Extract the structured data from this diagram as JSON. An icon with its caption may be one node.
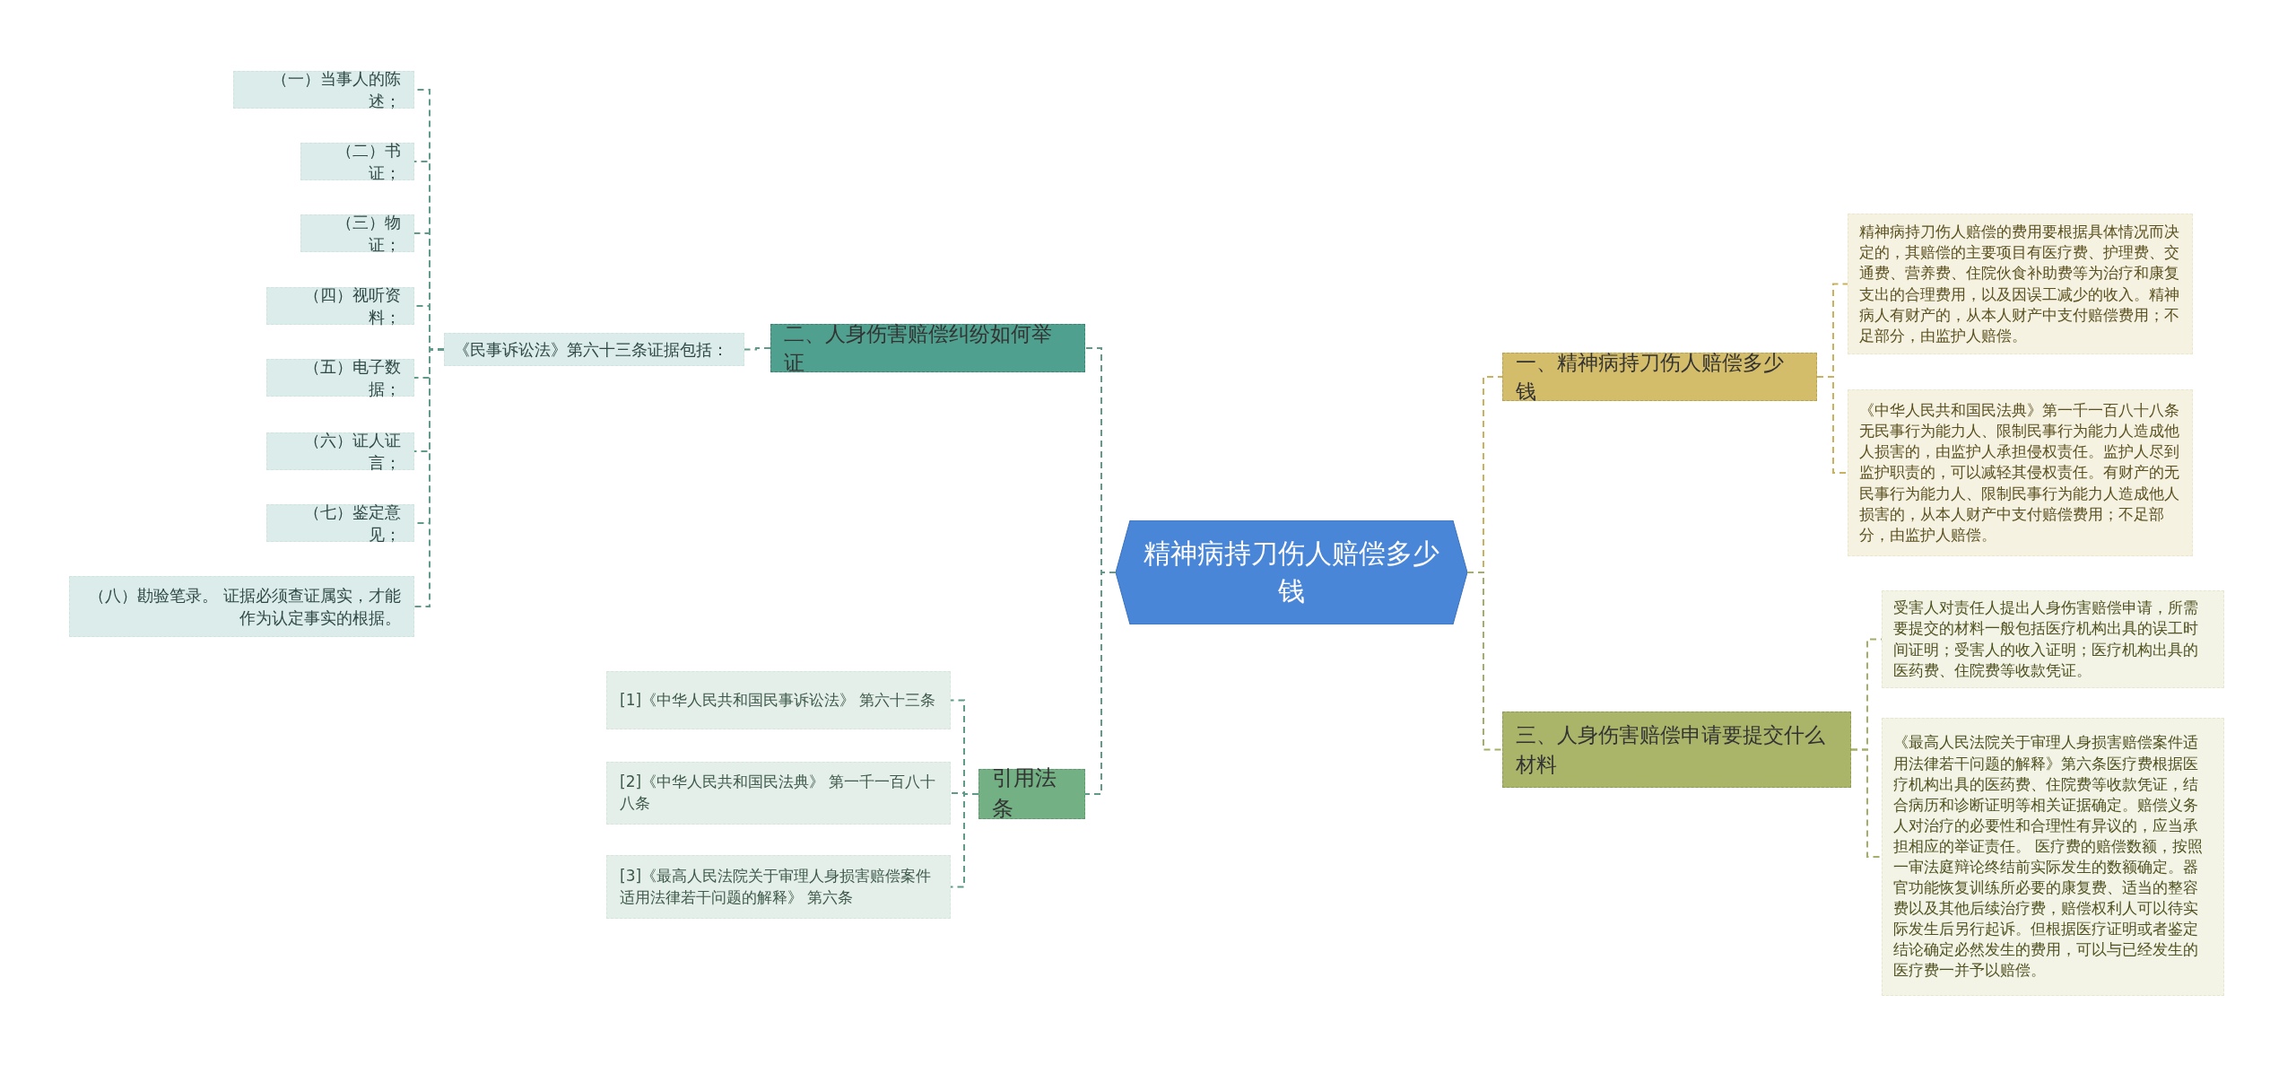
{
  "diagram": {
    "nodes": [
      {
        "text": [
          "精神病持刀伤人赔偿多少钱"
        ]
      },
      {
        "text": [
          "一、精神病持刀伤人赔偿多少钱"
        ]
      },
      {
        "text": [
          "精神病持刀伤人赔偿的费用要根据具体情况而决定的，其赔偿的主要项目有医疗费、护理费、交通费、营养费、住院伙食补助费等为治疗和康复支出的合理费用，以及因误工减少的收入。精神病人有财产的，从本人财产中支付赔偿费用；不足部分，由监护人赔偿。"
        ]
      },
      {
        "text": [
          "《中华人民共和国民法典》第一千一百八十八条无民事行为能力人、限制民事行为能力人造成他人损害的，由监护人承担侵权责任。监护人尽到监护职责的，可以减轻其侵权责任。有财产的无民事行为能力人、限制民事行为能力人造成他人损害的，从本人财产中支付赔偿费用；不足部分，由监护人赔偿。"
        ]
      },
      {
        "text": [
          "三、人身伤害赔偿申请要提交什么材料"
        ]
      },
      {
        "text": [
          "受害人对责任人提出人身伤害赔偿申请，所需要提交的材料一般包括医疗机构出具的误工时间证明；受害人的收入证明；医疗机构出具的医药费、住院费等收款凭证。"
        ]
      },
      {
        "text": [
          "《最高人民法院关于审理人身损害赔偿案件适用法律若干问题的解释》第六条医疗费根据医疗机构出具的医药费、住院费等收款凭证，结合病历和诊断证明等相关证据确定。赔偿义务人对治疗的必要性和合理性有异议的，应当承担相应的举证责任。 医疗费的赔偿数额，按照一审法庭辩论终结前实际发生的数额确定。器官功能恢复训练所必要的康复费、适当的整容费以及其他后续治疗费，赔偿权利人可以待实际发生后另行起诉。但根据医疗证明或者鉴定结论确定必然发生的费用，可以与已经发生的医疗费一并予以赔偿。"
        ]
      },
      {
        "text": [
          "二、人身伤害赔偿纠纷如何举证"
        ]
      },
      {
        "text": [
          "《民事诉讼法》第六十三条证据包括："
        ]
      },
      {
        "text": [
          "（一）当事人的陈述；"
        ]
      },
      {
        "text": [
          "（二）书证；"
        ]
      },
      {
        "text": [
          "（三）物证；"
        ]
      },
      {
        "text": [
          "（四）视听资料；"
        ]
      },
      {
        "text": [
          "（五）电子数据；"
        ]
      },
      {
        "text": [
          "（六）证人证言；"
        ]
      },
      {
        "text": [
          "（七）鉴定意见；"
        ]
      },
      {
        "text": [
          "（八）勘验笔录。 证据必须查证属实，才能作为认定事实的根据。"
        ]
      },
      {
        "text": [
          "引用法条"
        ]
      },
      {
        "text": [
          "[1]《中华人民共和国民事诉讼法》 第六十三条"
        ]
      },
      {
        "text": [
          "[2]《中华人民共和国民法典》 第一千一百八十八条"
        ]
      },
      {
        "text": [
          "[3]《最高人民法院关于审理人身损害赔偿案件适用法律若干问题的解释》 第六条"
        ]
      }
    ],
    "edges": [
      {
        "from": 0,
        "to": 1,
        "arrow": "none",
        "style": "dashed",
        "color": "#c8b25e"
      },
      {
        "from": 1,
        "to": 2,
        "arrow": "none",
        "style": "dashed",
        "color": "#c8b25e"
      },
      {
        "from": 1,
        "to": 3,
        "arrow": "none",
        "style": "dashed",
        "color": "#c8b25e"
      },
      {
        "from": 0,
        "to": 4,
        "arrow": "none",
        "style": "dashed",
        "color": "#a3ae68"
      },
      {
        "from": 4,
        "to": 5,
        "arrow": "none",
        "style": "dashed",
        "color": "#a3ae68"
      },
      {
        "from": 4,
        "to": 6,
        "arrow": "none",
        "style": "dashed",
        "color": "#a3ae68"
      },
      {
        "from": 0,
        "to": 7,
        "arrow": "none",
        "style": "dashed"
      },
      {
        "from": 7,
        "to": 8,
        "arrow": "none",
        "style": "dashed"
      },
      {
        "from": 8,
        "to": 9,
        "arrow": "none",
        "style": "dashed"
      },
      {
        "from": 8,
        "to": 10,
        "arrow": "none",
        "style": "dashed"
      },
      {
        "from": 8,
        "to": 11,
        "arrow": "none",
        "style": "dashed"
      },
      {
        "from": 8,
        "to": 12,
        "arrow": "none",
        "style": "dashed"
      },
      {
        "from": 8,
        "to": 13,
        "arrow": "none",
        "style": "dashed"
      },
      {
        "from": 8,
        "to": 14,
        "arrow": "none",
        "style": "dashed"
      },
      {
        "from": 8,
        "to": 15,
        "arrow": "none",
        "style": "dashed"
      },
      {
        "from": 8,
        "to": 16,
        "arrow": "none",
        "style": "dashed"
      },
      {
        "from": 0,
        "to": 17,
        "arrow": "none",
        "style": "dashed"
      },
      {
        "from": 17,
        "to": 18,
        "arrow": "none",
        "style": "dashed"
      },
      {
        "from": 17,
        "to": 19,
        "arrow": "none",
        "style": "dashed"
      },
      {
        "from": 17,
        "to": 20,
        "arrow": "none",
        "style": "dashed"
      }
    ]
  }
}
